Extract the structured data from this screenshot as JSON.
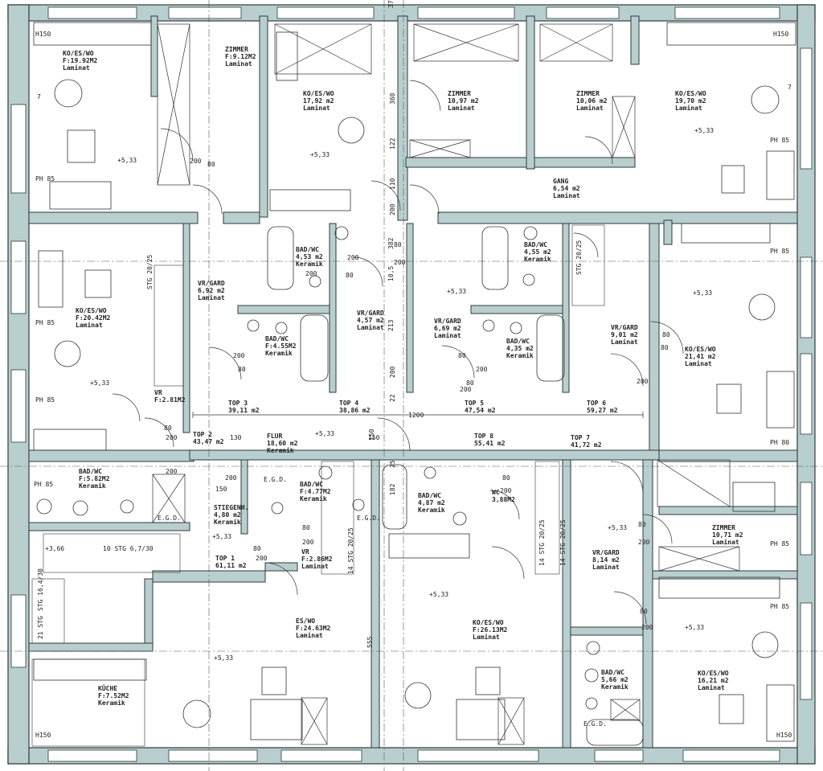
{
  "colors": {
    "wall_fill": "#b9cfcf",
    "wall_stroke": "#2e3a3a",
    "line": "#333333",
    "background": "#ffffff"
  },
  "rooms": [
    {
      "id": "ko-es-wo-nw",
      "lines": [
        "KO/ES/WO",
        "F:19.92M2",
        "Laminat"
      ]
    },
    {
      "id": "zimmer-1",
      "lines": [
        "ZIMMER",
        "F:9.12M2",
        "Laminat"
      ]
    },
    {
      "id": "ko-es-wo-2",
      "lines": [
        "KO/ES/WO",
        "17,92 m2",
        "Laminat"
      ]
    },
    {
      "id": "zimmer-2",
      "lines": [
        "ZIMMER",
        "10,97 m2",
        "Laminat"
      ]
    },
    {
      "id": "zimmer-3",
      "lines": [
        "ZIMMER",
        "10,06 m2",
        "Laminat"
      ]
    },
    {
      "id": "ko-es-wo-ne",
      "lines": [
        "KO/ES/WO",
        "19,70 m2",
        "Laminat"
      ]
    },
    {
      "id": "gang",
      "lines": [
        "GANG",
        "6,54 m2",
        "Laminat"
      ]
    },
    {
      "id": "ko-es-wo-w",
      "lines": [
        "KO/ES/WO",
        "F:20.42M2",
        "Laminat"
      ]
    },
    {
      "id": "vr-gard-1",
      "lines": [
        "VR/GARD",
        "6,92 m2",
        "Laminat"
      ]
    },
    {
      "id": "bad-wc-1",
      "lines": [
        "BAD/WC",
        "4,53 m2",
        "Keramik"
      ]
    },
    {
      "id": "bad-wc-2",
      "lines": [
        "BAD/WC",
        "F:4.55M2",
        "Keramik"
      ]
    },
    {
      "id": "vr-gard-2",
      "lines": [
        "VR/GARD",
        "4,57 m2",
        "Laminat"
      ]
    },
    {
      "id": "vr-gard-3",
      "lines": [
        "VR/GARD",
        "6,69 m2",
        "Laminat"
      ]
    },
    {
      "id": "bad-wc-3",
      "lines": [
        "BAD/WC",
        "4,55 m2",
        "Keramik"
      ]
    },
    {
      "id": "bad-wc-4",
      "lines": [
        "BAD/WC",
        "4,35 m2",
        "Keramik"
      ]
    },
    {
      "id": "vr-gard-4",
      "lines": [
        "VR/GARD",
        "9,01 m2",
        "Laminat"
      ]
    },
    {
      "id": "ko-es-wo-e",
      "lines": [
        "KO/ES/WO",
        "21,41 m2",
        "Laminat"
      ]
    },
    {
      "id": "vr-small",
      "lines": [
        "VR",
        "F:2.81M2"
      ]
    },
    {
      "id": "top2",
      "lines": [
        "TOP 2",
        "43,47 m2"
      ]
    },
    {
      "id": "top3",
      "lines": [
        "TOP 3",
        "39,11 m2"
      ]
    },
    {
      "id": "top4",
      "lines": [
        "TOP 4",
        "38,86 m2"
      ]
    },
    {
      "id": "top5",
      "lines": [
        "TOP 5",
        "47,54 m2"
      ]
    },
    {
      "id": "top6",
      "lines": [
        "TOP 6",
        "59,27 m2"
      ]
    },
    {
      "id": "top8",
      "lines": [
        "TOP 8",
        "55,41 m2"
      ]
    },
    {
      "id": "top7",
      "lines": [
        "TOP 7",
        "41,72 m2"
      ]
    },
    {
      "id": "flur",
      "lines": [
        "FLUR",
        "18,60 m2",
        "Keramik"
      ]
    },
    {
      "id": "bad-wc-sw",
      "lines": [
        "BAD/WC",
        "F:5.82M2",
        "Keramik"
      ]
    },
    {
      "id": "stiegenh",
      "lines": [
        "STIEGENH.",
        "4,80 m2",
        "Keramik"
      ]
    },
    {
      "id": "top1",
      "lines": [
        "TOP 1",
        "61,11 m2"
      ]
    },
    {
      "id": "bad-wc-5",
      "lines": [
        "BAD/WC",
        "F:4.77M2",
        "Keramik"
      ]
    },
    {
      "id": "vr-2",
      "lines": [
        "VR",
        "F:2.86M2",
        "Laminat"
      ]
    },
    {
      "id": "bad-wc-6",
      "lines": [
        "BAD/WC",
        "4,87 m2",
        "Keramik"
      ]
    },
    {
      "id": "wc",
      "lines": [
        "WC",
        "3,88M2"
      ]
    },
    {
      "id": "vr-gard-5",
      "lines": [
        "VR/GARD",
        "8,14 m2",
        "Laminat"
      ]
    },
    {
      "id": "zimmer-4",
      "lines": [
        "ZIMMER",
        "10,71 m2",
        "Laminat"
      ]
    },
    {
      "id": "es-wo",
      "lines": [
        "ES/WO",
        "F:24.63M2",
        "Laminat"
      ]
    },
    {
      "id": "ko-es-wo-s",
      "lines": [
        "KO/ES/WO",
        "F:26.13M2",
        "Laminat"
      ]
    },
    {
      "id": "bad-wc-7",
      "lines": [
        "BAD/WC",
        "5,66 m2",
        "Keramik"
      ]
    },
    {
      "id": "ko-es-wo-se",
      "lines": [
        "KO/ES/WO",
        "16,21 m2",
        "Laminat"
      ]
    },
    {
      "id": "kueche",
      "lines": [
        "KÜCHE",
        "F:7.52M2",
        "Keramik"
      ]
    }
  ],
  "annotations": {
    "levels": [
      "+5,33",
      "+5,33",
      "+5,33",
      "+5,33",
      "+5,33",
      "+5,33",
      "+5,33",
      "+5,33",
      "+5,33",
      "+5,33",
      "+5,33",
      "+5,33",
      "+3,66"
    ],
    "ph": [
      "PH 85",
      "PH 85",
      "PH 85",
      "PH 85",
      "PH 85",
      "PH 85",
      "PH 80",
      "PH 85",
      "PH 85"
    ],
    "dims": [
      "200",
      "80",
      "200",
      "80",
      "200",
      "200",
      "80",
      "80",
      "200",
      "80",
      "200",
      "200",
      "200",
      "80",
      "200",
      "80",
      "200",
      "80",
      "200",
      "1200",
      "150",
      "130",
      "150",
      "80",
      "200",
      "80",
      "200",
      "200",
      "80",
      "80",
      "80",
      "200",
      "80",
      "200",
      "368",
      "122",
      "110",
      "200",
      "382",
      "10,5",
      "213",
      "200",
      "22",
      "150",
      "182",
      "25",
      "555",
      "37"
    ],
    "stairs": [
      "STG 20/25",
      "STG 20/25",
      "10 STG 6,7/30",
      "STG 16,4/30",
      "14 STG 20/25",
      "14 STG 20/25",
      "14 STG 20/25",
      "21 STG"
    ],
    "edg": [
      "E.G.D.",
      "E.G.D.",
      "E.G.D.",
      "E.G.D."
    ],
    "h150": [
      "H150",
      "H150",
      "H150",
      "H150"
    ],
    "seven": [
      "7",
      "7"
    ]
  }
}
